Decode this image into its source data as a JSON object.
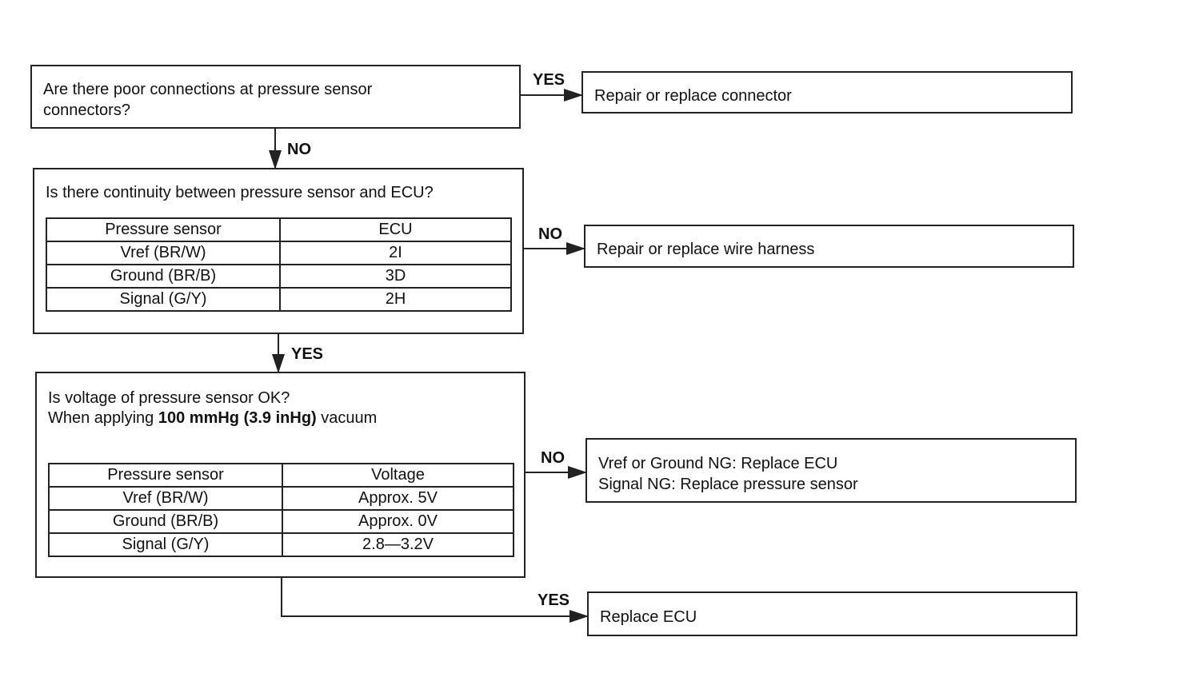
{
  "q1": {
    "text": "Are there poor connections at pressure sensor\nconnectors?"
  },
  "q2": {
    "text": "Is there continuity between pressure sensor and ECU?",
    "headers": [
      "Pressure sensor",
      "ECU"
    ],
    "rows": [
      [
        "Vref (BR/W)",
        "2I"
      ],
      [
        "Ground (BR/B)",
        "3D"
      ],
      [
        "Signal (G/Y)",
        "2H"
      ]
    ]
  },
  "q3": {
    "line1": "Is voltage of pressure sensor OK?",
    "line2_prefix": "When applying",
    "line2_bold": "100 mmHg (3.9 inHg)",
    "line2_suffix": "vacuum",
    "headers": [
      "Pressure sensor",
      "Voltage"
    ],
    "rows": [
      [
        "Vref (BR/W)",
        "Approx. 5V"
      ],
      [
        "Ground (BR/B)",
        "Approx. 0V"
      ],
      [
        "Signal (G/Y)",
        "2.8—3.2V"
      ]
    ]
  },
  "a1": {
    "text": "Repair or replace connector"
  },
  "a2": {
    "text": "Repair or replace wire harness"
  },
  "a3": {
    "line1": "Vref or Ground NG: Replace ECU",
    "line2": "Signal NG: Replace pressure sensor"
  },
  "a4": {
    "text": "Replace ECU"
  },
  "labels": {
    "q1_yes": "YES",
    "q1_no": "NO",
    "q2_no": "NO",
    "q2_yes": "YES",
    "q3_no": "NO",
    "q3_yes": "YES"
  }
}
